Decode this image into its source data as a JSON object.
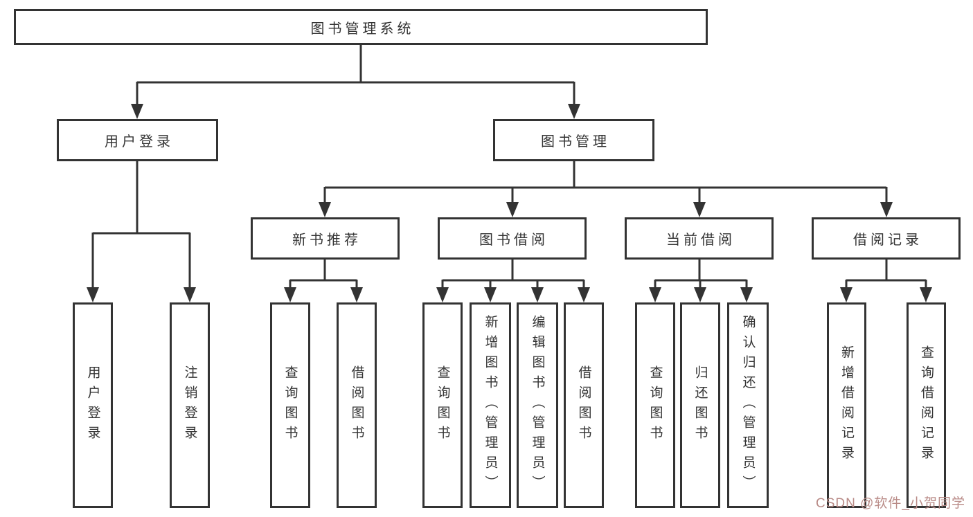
{
  "diagram": {
    "type": "hierarchy-tree",
    "root": {
      "label": "图书管理系统"
    },
    "login": {
      "label": "用户登录",
      "children": [
        {
          "label": "用户登录"
        },
        {
          "label": "注销登录"
        }
      ]
    },
    "management": {
      "label": "图书管理",
      "new_books": {
        "label": "新书推荐",
        "children": [
          {
            "label": "查询图书"
          },
          {
            "label": "借阅图书"
          }
        ]
      },
      "borrowing": {
        "label": "图书借阅",
        "children": [
          {
            "label": "查询图书"
          },
          {
            "label": "新增图书（管理员）"
          },
          {
            "label": "编辑图书（管理员）"
          },
          {
            "label": "借阅图书"
          }
        ]
      },
      "current": {
        "label": "当前借阅",
        "children": [
          {
            "label": "查询图书"
          },
          {
            "label": "归还图书"
          },
          {
            "label": "确认归还（管理员）"
          }
        ]
      },
      "records": {
        "label": "借阅记录",
        "children": [
          {
            "label": "新增借阅记录"
          },
          {
            "label": "查询借阅记录"
          }
        ]
      }
    }
  },
  "colors": {
    "line": "#333333",
    "text": "#333333",
    "watermark": "#b98b87"
  },
  "watermark": {
    "text": "CSDN @软件_小贺同学"
  }
}
